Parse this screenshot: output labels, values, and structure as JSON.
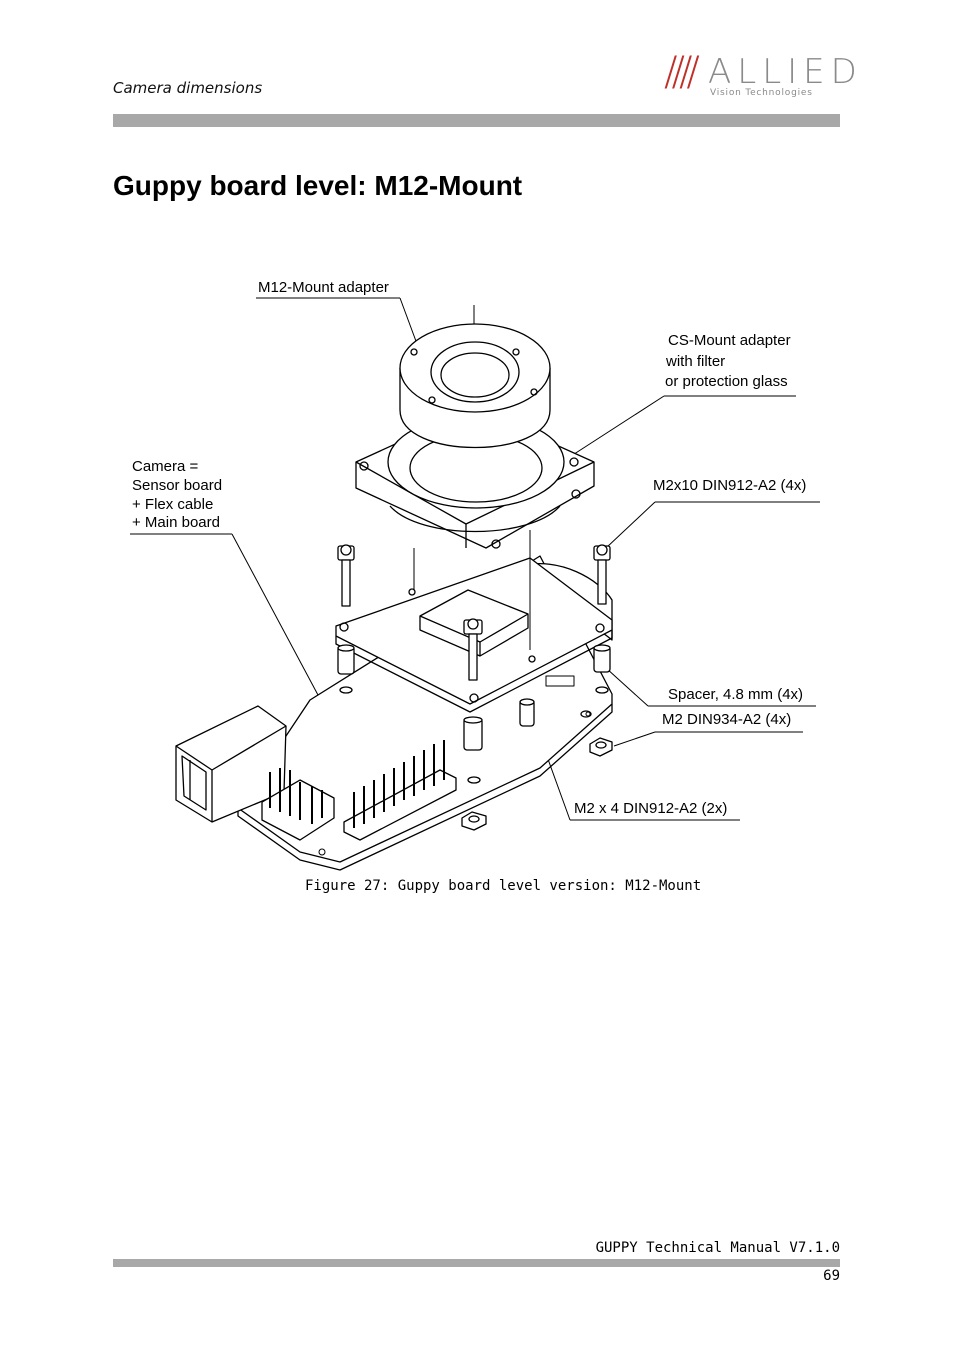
{
  "header": {
    "section_title": "Camera dimensions",
    "logo_slashes": "////",
    "logo_word": "ALLIED",
    "logo_subtitle": "Vision Technologies"
  },
  "page_heading": "Guppy board level: M12-Mount",
  "figure": {
    "labels": {
      "m12_adapter": "M12-Mount adapter",
      "cs_adapter": [
        "CS-Mount adapter",
        "with filter",
        "or protection glass"
      ],
      "camera": [
        "Camera =",
        "Sensor board",
        "+ Flex cable",
        "+ Main board"
      ],
      "screw_m2x10": "M2x10 DIN912-A2  (4x)",
      "spacer": "Spacer, 4.8 mm (4x)",
      "nut": "M2 DIN934-A2 (4x)",
      "screw_m2x4": "M2 x 4 DIN912-A2 (2x)"
    },
    "caption": "Figure 27: Guppy board level version: M12-Mount"
  },
  "footer": {
    "manual_title": "GUPPY Technical Manual V7.1.0",
    "page_number": "69"
  }
}
